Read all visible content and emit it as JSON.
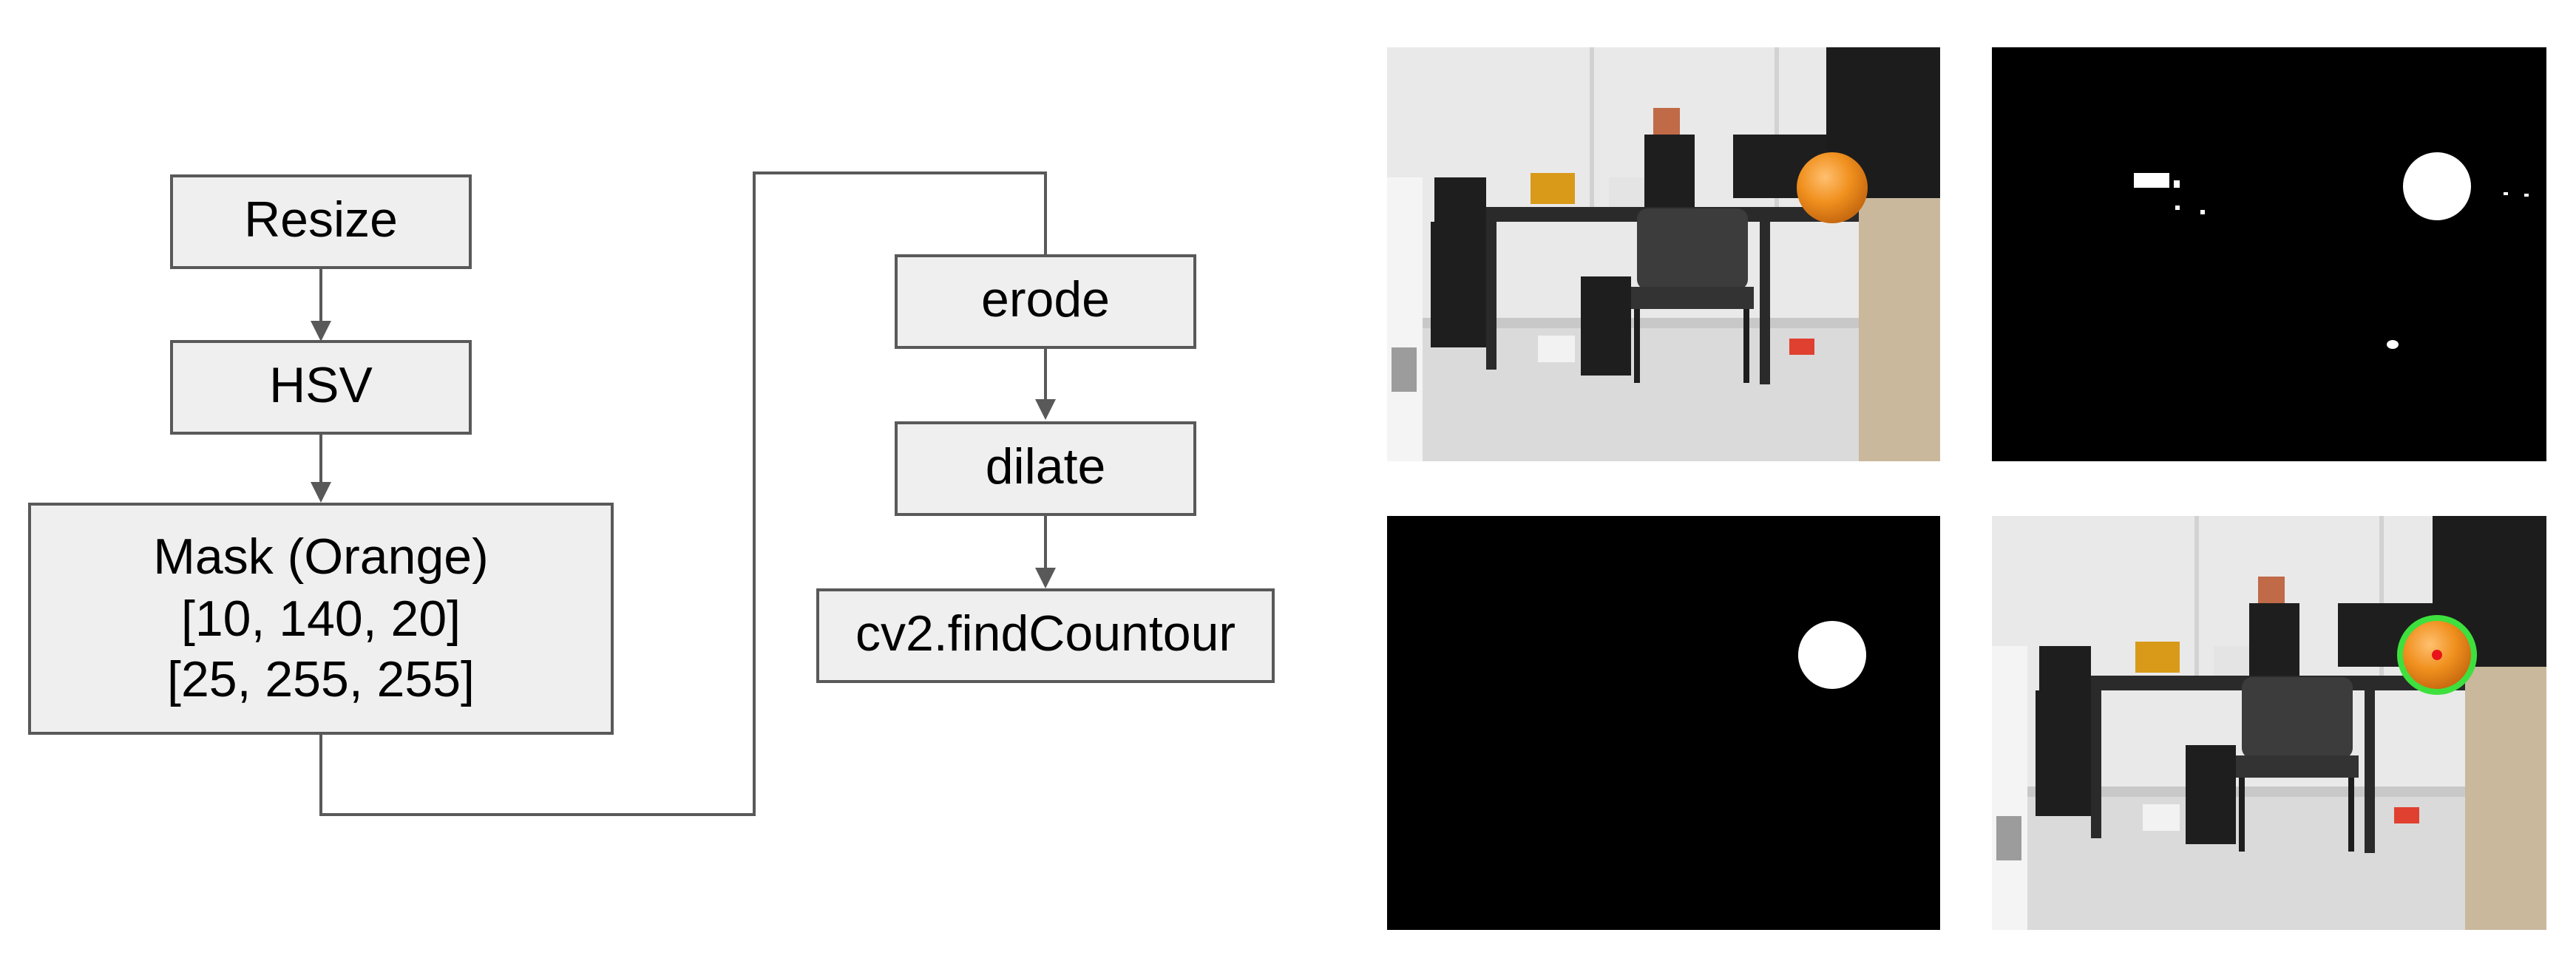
{
  "flow": {
    "steps": [
      {
        "id": "resize",
        "lines": [
          "Resize"
        ]
      },
      {
        "id": "hsv",
        "lines": [
          "HSV"
        ]
      },
      {
        "id": "mask",
        "lines": [
          "Mask (Orange)",
          "[10, 140, 20]",
          "[25, 255, 255]"
        ]
      },
      {
        "id": "erode",
        "lines": [
          "erode"
        ]
      },
      {
        "id": "dilate",
        "lines": [
          "dilate"
        ]
      },
      {
        "id": "find",
        "lines": [
          "cv2.findCountour"
        ]
      }
    ]
  },
  "images": {
    "panels": [
      {
        "id": "original-frame",
        "kind": "camera-frame"
      },
      {
        "id": "raw-mask",
        "kind": "binary-mask"
      },
      {
        "id": "cleaned-mask",
        "kind": "binary-mask"
      },
      {
        "id": "detection-result",
        "kind": "camera-frame-with-detection"
      }
    ],
    "colors": {
      "ball": "#f0901e",
      "detection_circle": "#3ee03e",
      "center_marker": "#e8131a"
    }
  }
}
